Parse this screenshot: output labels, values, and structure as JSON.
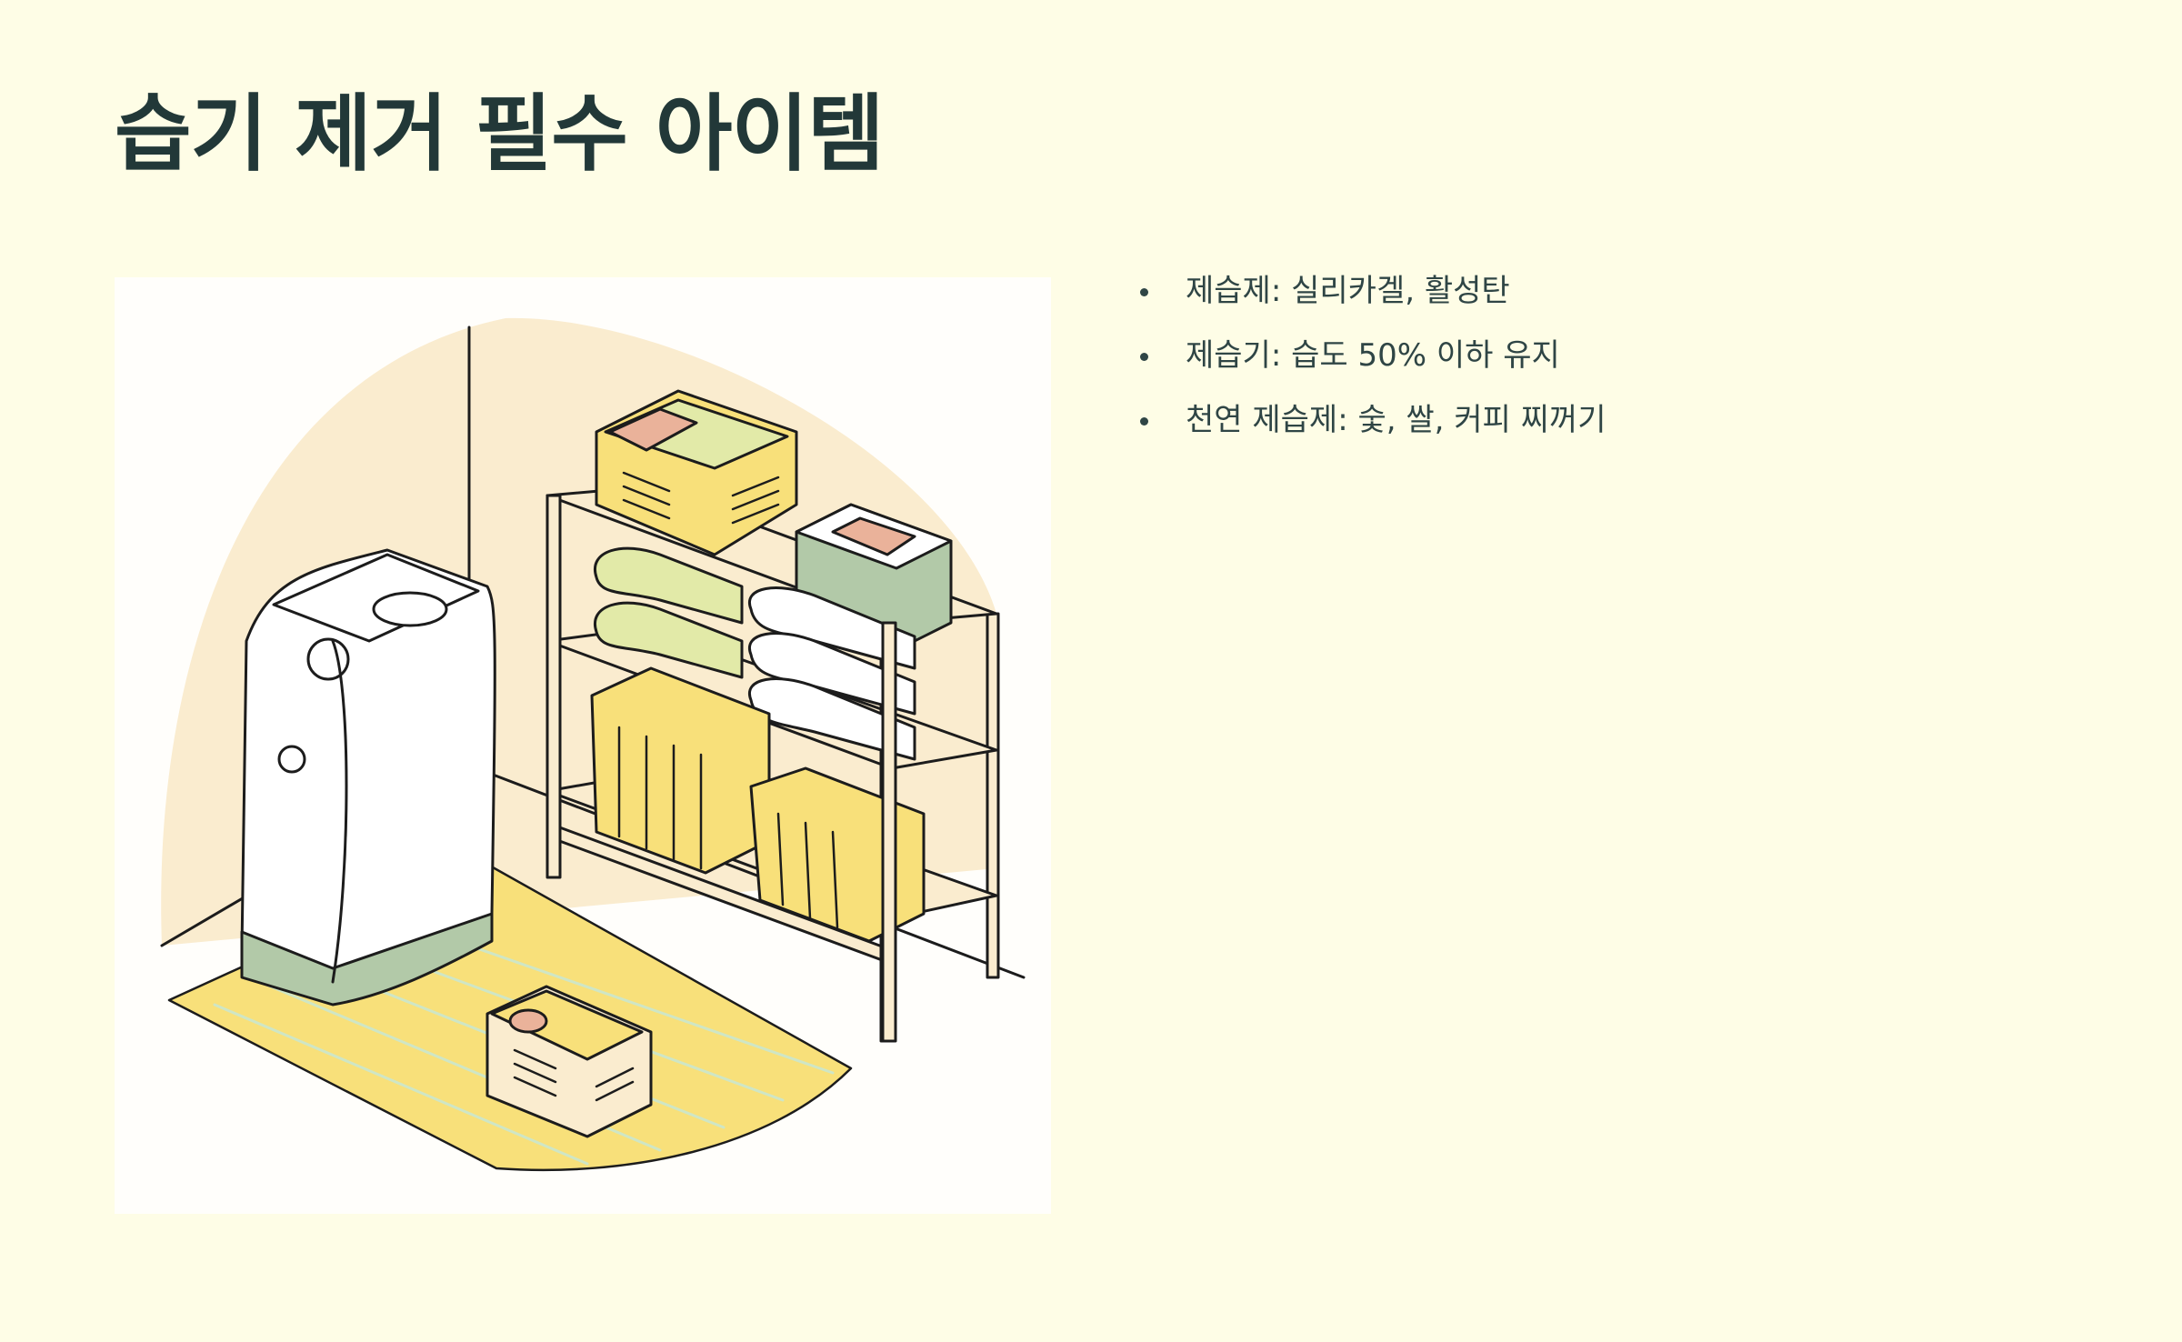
{
  "slide": {
    "title": "습기 제거 필수 아이템",
    "bullets": [
      "제습제: 실리카겔, 활성탄",
      "제습기: 습도 50% 이하 유지",
      "천연 제습제: 숯, 쌀, 커피 찌꺼기"
    ]
  },
  "colors": {
    "background": "#fefde6",
    "title": "#223838",
    "text": "#2f4545",
    "wall": "#faeccf",
    "rug": "#f8e07a",
    "basket_yellow": "#f8e07a",
    "towel_green": "#e2eaa8",
    "bin_green": "#b2c9a8",
    "towel_pink": "#eab29a",
    "dehumidifier_body": "#ffffff",
    "dehumidifier_base": "#b2c9a8"
  },
  "icons": {
    "bullet": "bullet-dot"
  }
}
